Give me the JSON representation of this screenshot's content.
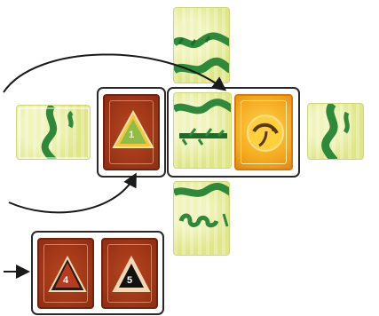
{
  "cards": {
    "start_card_number": "1",
    "hand_card_1_number": "4",
    "hand_card_2_number": "5"
  },
  "colors": {
    "card_red": "#a8391c",
    "card_orange": "#f3a41c",
    "grass": "#e6ec9c",
    "vine_green": "#2e8a3a",
    "outline": "#2a2a2a"
  }
}
